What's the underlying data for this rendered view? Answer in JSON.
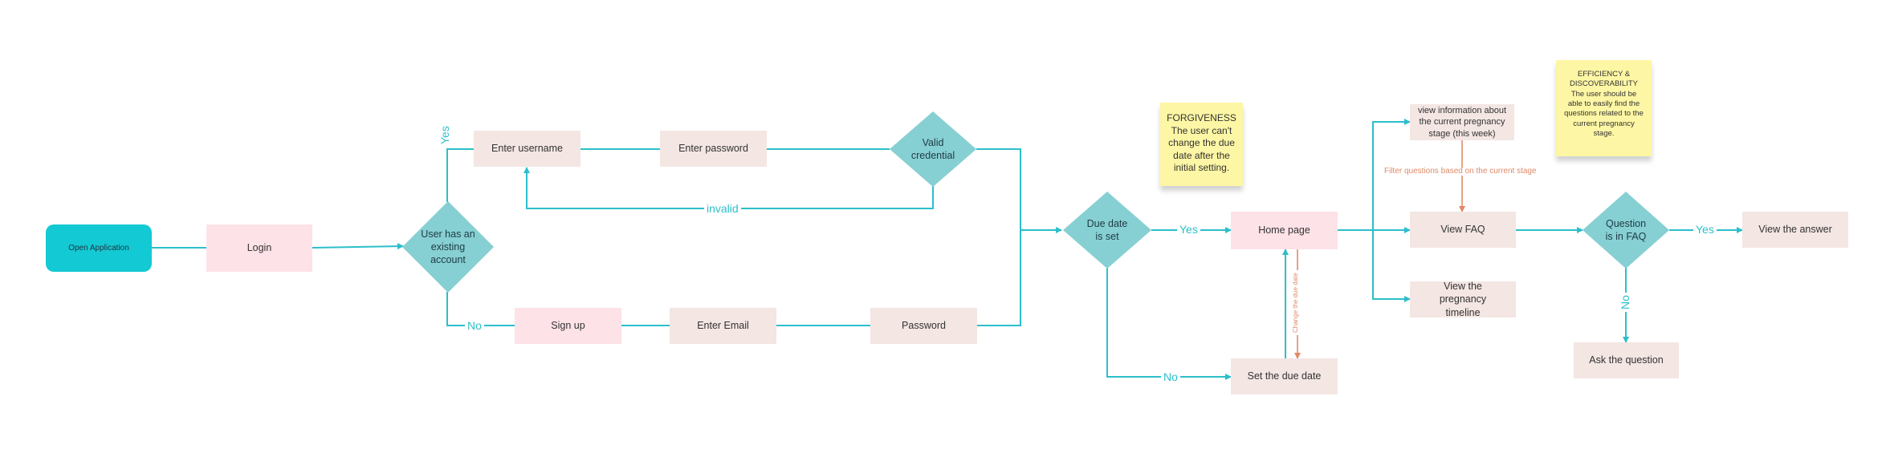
{
  "nodes": {
    "open_application": "Open Application",
    "login": "Login",
    "user_has_account": "User has an existing account",
    "enter_username": "Enter username",
    "enter_password": "Enter password",
    "valid_credential": "Valid credential",
    "sign_up": "Sign up",
    "enter_email": "Enter Email",
    "password": "Password",
    "due_date_set": "Due date is set",
    "home_page": "Home page",
    "set_due_date": "Set the due date",
    "view_info": "view information about the current pregnancy stage (this week)",
    "view_faq": "View FAQ",
    "view_timeline": "View the pregnancy timeline",
    "question_in_faq": "Question is in FAQ",
    "view_answer": "View the answer",
    "ask_question": "Ask the question"
  },
  "edge_labels": {
    "yes_username": "Yes",
    "no_signup": "No",
    "invalid": "invalid",
    "yes_home": "Yes",
    "no_set_due": "No",
    "change_due_date": "Change the due date",
    "filter_questions": "Filter questions based on the current stage",
    "yes_answer": "Yes",
    "no_ask": "No"
  },
  "notes": {
    "forgiveness_title": "FORGIVENESS",
    "forgiveness_body": "The user can't change the due date after the initial setting.",
    "efficiency_title": "EFFICIENCY & DISCOVERABILITY",
    "efficiency_body": "The user should be able to easily find the questions related to the current pregnancy stage."
  },
  "colors": {
    "connector": "#2bbfca",
    "connector_alt": "#e08a68",
    "start_node": "#13c9d3",
    "decision": "#86d0d3",
    "process_beige": "#f3e6e3",
    "process_pink": "#fde2e8",
    "sticky_note": "#fdf6a4"
  }
}
